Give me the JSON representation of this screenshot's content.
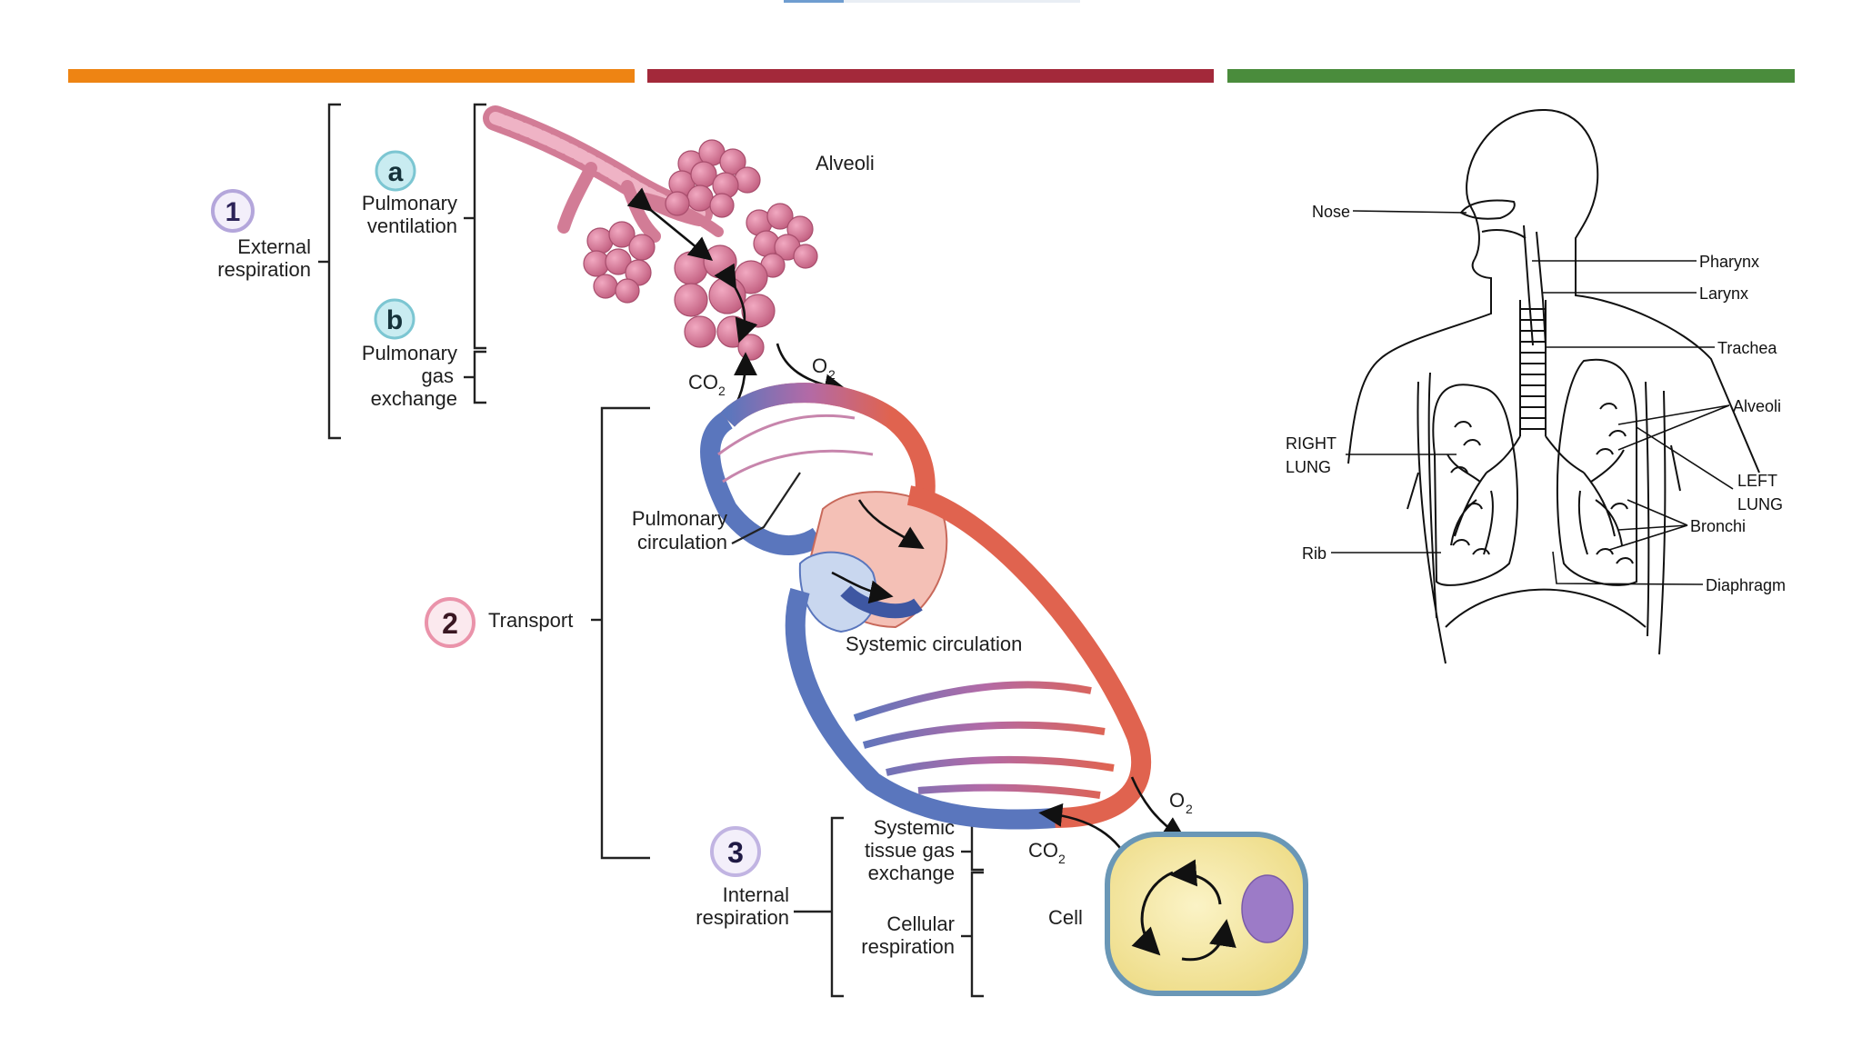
{
  "colors": {
    "bar_orange": "#ee8413",
    "bar_crimson": "#a3293a",
    "bar_green": "#4a8c3c",
    "badge_purple": "#8b7bc4",
    "badge_teal": "#62bccb",
    "badge_pink": "#e9849c",
    "artery_red": "#e0634f",
    "vein_blue": "#5a76bd",
    "cell_yellow": "#f2e59b",
    "nucleus_purple": "#9c7bc7",
    "alveoli_pink": "#d4718e"
  },
  "left_diagram": {
    "step1": {
      "number": "1",
      "line1": "External",
      "line2": "respiration"
    },
    "step1a": {
      "letter": "a",
      "line1": "Pulmonary",
      "line2": "ventilation"
    },
    "step1b": {
      "letter": "b",
      "line1": "Pulmonary",
      "line2": "gas",
      "line3": "exchange"
    },
    "step2": {
      "number": "2",
      "label": "Transport"
    },
    "step3": {
      "number": "3",
      "line1": "Internal",
      "line2": "respiration"
    },
    "systemic_tissue": {
      "line1": "Systemic",
      "line2": "tissue gas",
      "line3": "exchange"
    },
    "cellular": {
      "line1": "Cellular",
      "line2": "respiration"
    },
    "alveoli": "Alveoli",
    "pulmonary_circulation": {
      "line1": "Pulmonary",
      "line2": "circulation"
    },
    "systemic_circulation": "Systemic circulation",
    "cell": "Cell",
    "gas_top_left": {
      "base": "CO",
      "sub": "2"
    },
    "gas_top_right": {
      "base": "O",
      "sub": "2"
    },
    "gas_bottom_left": {
      "base": "CO",
      "sub": "2"
    },
    "gas_bottom_right": {
      "base": "O",
      "sub": "2"
    }
  },
  "right_diagram": {
    "nose": "Nose",
    "pharynx": "Pharynx",
    "larynx": "Larynx",
    "trachea": "Trachea",
    "alveoli": "Alveoli",
    "right_lung_1": "RIGHT",
    "right_lung_2": "LUNG",
    "left_lung_1": "LEFT",
    "left_lung_2": "LUNG",
    "bronchi": "Bronchi",
    "rib": "Rib",
    "diaphragm": "Diaphragm"
  }
}
